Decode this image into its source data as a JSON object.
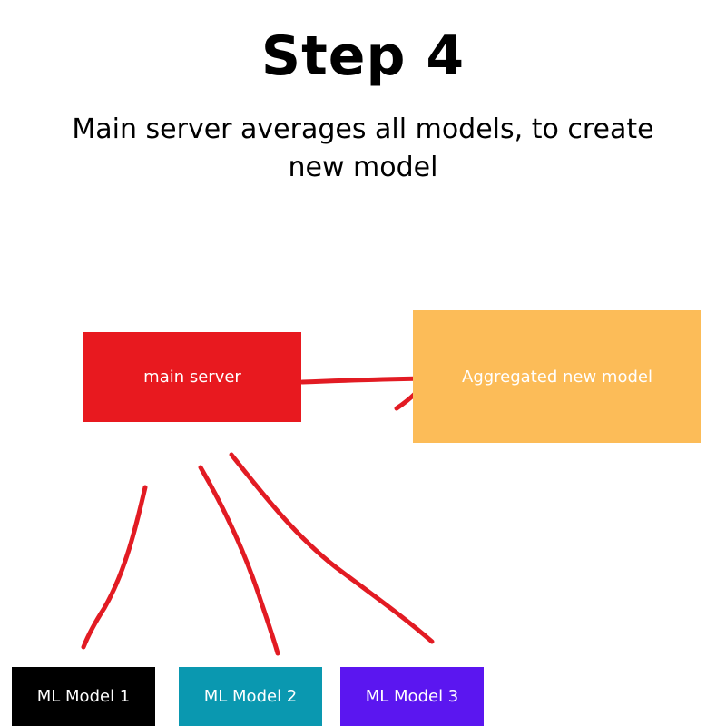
{
  "title": "Step 4",
  "subtitle": "Main server averages all models, to create new model",
  "nodes": {
    "main_server": {
      "label": "main server",
      "color": "#e8191f"
    },
    "aggregated": {
      "label": "Aggregated new model",
      "color": "#fcbc58"
    },
    "ml_models": [
      {
        "label": "ML Model 1",
        "color": "#000000"
      },
      {
        "label": "ML Model 2",
        "color": "#0a98b0"
      },
      {
        "label": "ML Model 3",
        "color": "#5b16f0"
      }
    ]
  },
  "connector_color": "#e21b23"
}
